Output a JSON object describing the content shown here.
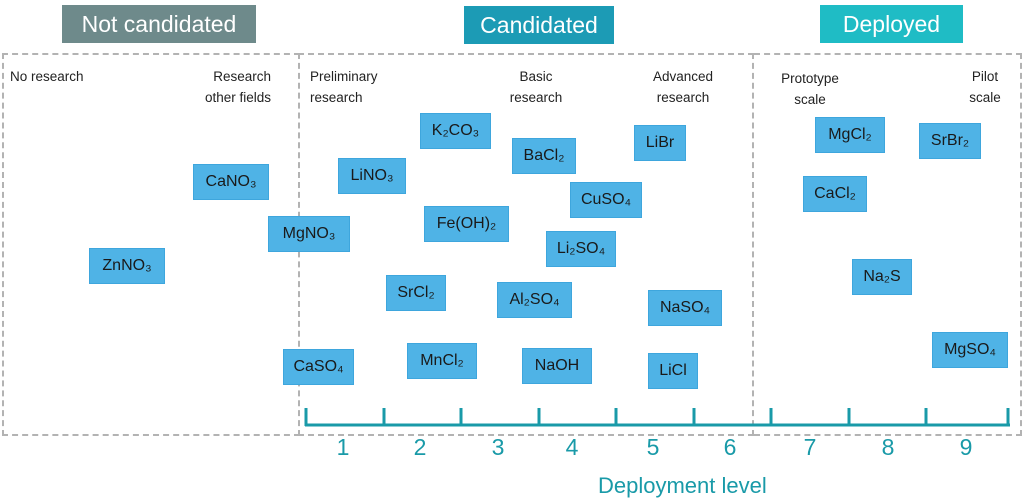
{
  "headers": {
    "not_candidated": "Not candidated",
    "candidated": "Candidated",
    "deployed": "Deployed"
  },
  "stages": {
    "no_research": "No research",
    "research_other": "Research other fields",
    "preliminary": "Preliminary research",
    "basic": "Basic research",
    "advanced": "Advanced research",
    "prototype": "Prototype scale",
    "pilot": "Pilot scale"
  },
  "materials": {
    "znno3": "ZnNO₃",
    "cano3": "CaNO₃",
    "mgno3": "MgNO₃",
    "lino3": "LiNO₃",
    "k2co3": "K₂CO₃",
    "bacl2": "BaCl₂",
    "libr": "LiBr",
    "cuso4": "CuSO₄",
    "feoh2": "Fe(OH)₂",
    "li2so4": "Li₂SO₄",
    "srcl2": "SrCl₂",
    "al2so4": "Al₂SO₄",
    "naso4": "NaSO₄",
    "caso4": "CaSO₄",
    "mncl2": "MnCl₂",
    "naoh": "NaOH",
    "licl": "LiCl",
    "mgcl2": "MgCl₂",
    "srbr2": "SrBr₂",
    "cacl2": "CaCl₂",
    "na2s": "Na₂S",
    "mgso4": "MgSO₄"
  },
  "axis": {
    "label": "Deployment level",
    "ticks": [
      "1",
      "2",
      "3",
      "4",
      "5",
      "6",
      "7",
      "8",
      "9"
    ]
  },
  "colors": {
    "not_candidated": "#6e8a8b",
    "candidated": "#1c9bb5",
    "deployed": "#1fbcc5",
    "chip": "#4fb3e6",
    "axis": "#199aa8"
  }
}
